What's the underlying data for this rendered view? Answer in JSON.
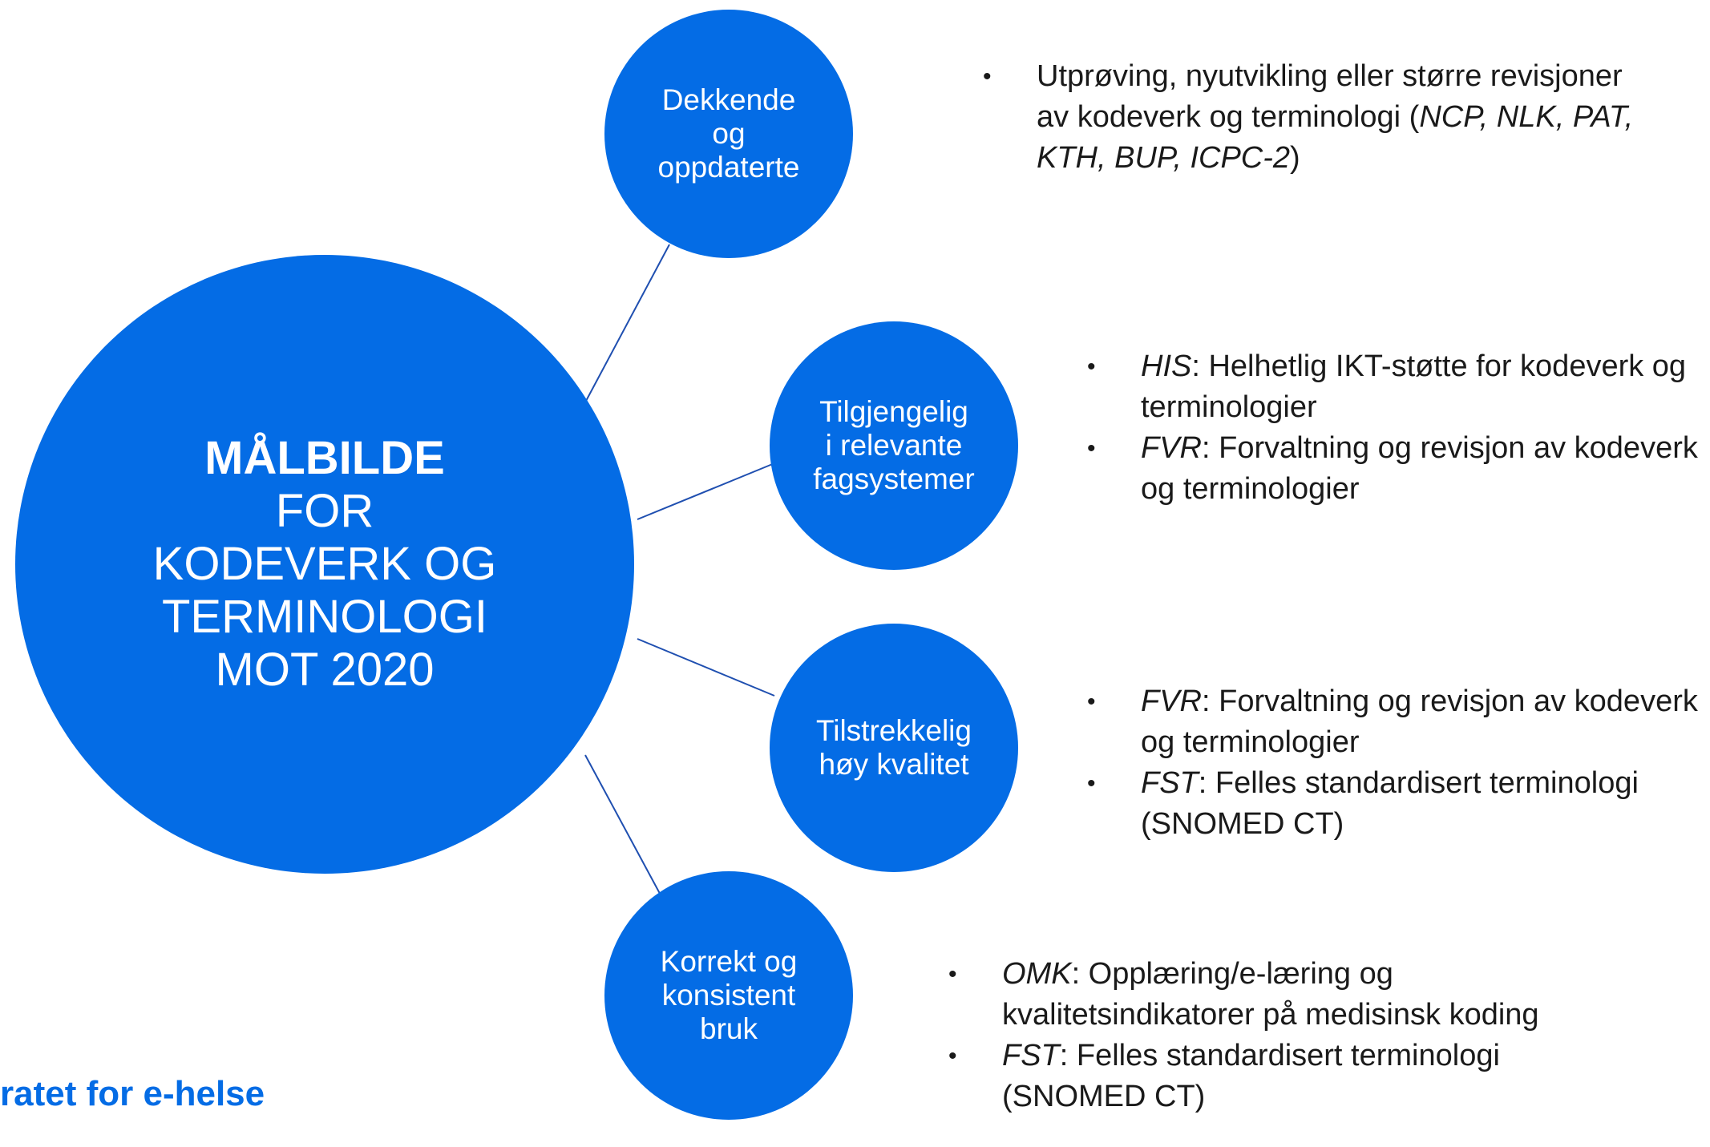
{
  "colors": {
    "circle_fill": "#046CE5",
    "connector": "#1f4fb0",
    "logo_text": "#046CE5"
  },
  "center": {
    "title": "MÅLBILDE",
    "line2": "FOR",
    "line3": "KODEVERK OG",
    "line4": "TERMINOLOGI",
    "line5": "MOT 2020"
  },
  "goals": [
    {
      "lines": [
        "Dekkende",
        "og",
        "oppdaterte"
      ]
    },
    {
      "lines": [
        "Tilgjengelig",
        "i relevante",
        "fagsystemer"
      ]
    },
    {
      "lines": [
        "Tilstrekkelig",
        "høy kvalitet"
      ]
    },
    {
      "lines": [
        "Korrekt og",
        "konsistent",
        "bruk"
      ]
    }
  ],
  "bullet_groups": [
    {
      "items": [
        {
          "pre": "Utprøving, nyutvikling eller større revisjoner av kodeverk og terminologi (",
          "code": "NCP, NLK, PAT, KTH, BUP, ICPC-2",
          "post": ")"
        }
      ]
    },
    {
      "items": [
        {
          "code": "HIS",
          "text": ": Helhetlig IKT-støtte for kodeverk og terminologier"
        },
        {
          "code": "FVR",
          "text": ": Forvaltning og revisjon av kodeverk og terminologier"
        }
      ]
    },
    {
      "items": [
        {
          "code": "FVR",
          "text": ": Forvaltning og revisjon av kodeverk og terminologier"
        },
        {
          "code": "FST",
          "text": ": Felles standardisert terminologi (SNOMED CT)"
        }
      ]
    },
    {
      "items": [
        {
          "code": "OMK",
          "text": ": Opplæring/e-læring og kvalitetsindikatorer på medisinsk koding"
        },
        {
          "code": "FST",
          "text": ": Felles standardisert terminologi (SNOMED CT)"
        }
      ]
    }
  ],
  "bullet_symbol": "•",
  "logo": {
    "text": "ratet for e-helse"
  }
}
